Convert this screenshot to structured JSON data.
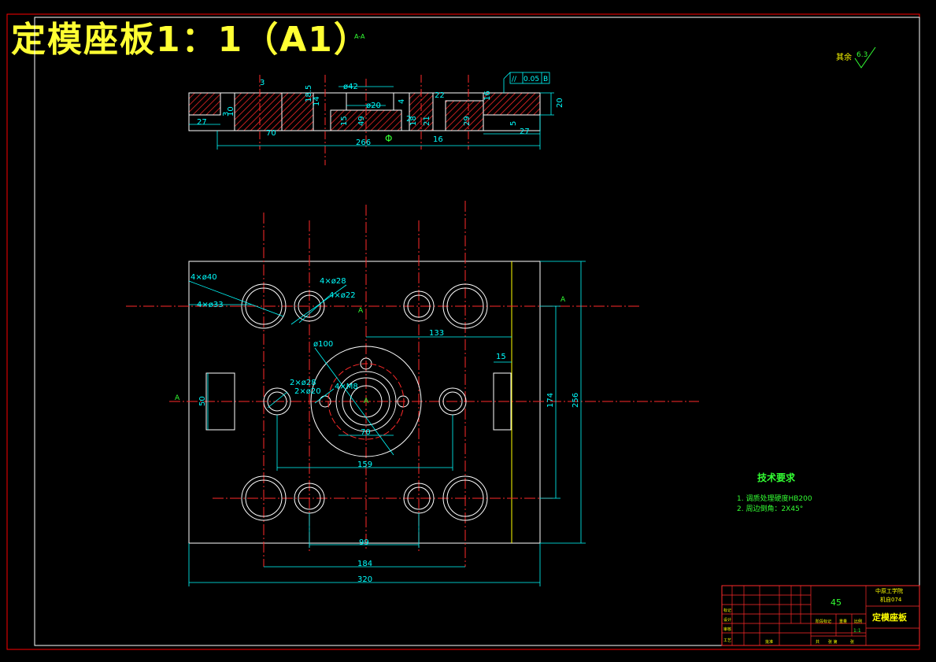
{
  "header": {
    "sheet_title": "定模座板1：1（A1）"
  },
  "section_view": {
    "label": "A-A",
    "dims": {
      "d3": "3",
      "d42": "ø42",
      "d20": "ø20",
      "d18_5": "18.5",
      "d14": "14",
      "d15": "15",
      "d4": "4",
      "d22": "22",
      "d16": "16",
      "d20r": "20",
      "d27l": "27",
      "d27r": "27",
      "d266": "266",
      "d10": "10",
      "d3r": "3",
      "d70": "70",
      "d16b": "16",
      "d49": "49",
      "d21": "21",
      "d29": "29",
      "d18": "18",
      "d5": "5",
      "d2": "2"
    },
    "tolerance": {
      "symbol": "//",
      "value": "0.05",
      "datum": "B"
    },
    "surface_note": "其余",
    "surface_value": "6.3",
    "datum_mark": "Φ"
  },
  "plan_view": {
    "section_mark": "A",
    "dims": {
      "d4x40": "4×ø40",
      "d4x33": "4×ø33",
      "d4x28": "4×ø28",
      "d4x22": "4×ø22",
      "d100": "ø100",
      "d133": "133",
      "d15": "15",
      "d2x28": "2×ø28",
      "d2x20": "2×ø20",
      "d4m": "4×M8",
      "d50": "50",
      "d70": "70",
      "d174": "174",
      "d256": "256",
      "d159": "159",
      "d99": "99",
      "d184": "184",
      "d320": "320"
    }
  },
  "tech_requirements": {
    "title": "技术要求",
    "items": [
      "1.   调质处理硬度HB200",
      "2.   周边倒角：2X45°"
    ]
  },
  "title_block": {
    "material": "45",
    "school_1": "中原工学院",
    "school_2": "机自074",
    "part_name": "定模座板",
    "scale": "1:1",
    "row_labels": [
      "标记",
      "设计",
      "审核",
      "工艺"
    ],
    "col_labels": [
      "阶段标记",
      "重量",
      "比例"
    ],
    "sheet_text": [
      "共",
      "张  第",
      "张"
    ],
    "approve": "批准"
  },
  "colors": {
    "outline": "#ffffff",
    "dimension": "#00ffff",
    "centerline": "#ff2a2a",
    "frame": "#ff0000",
    "hatch": "#ff2a2a",
    "text_green": "#33ff33",
    "title_yellow": "#ffff33",
    "text_yellow": "#ffff00"
  }
}
